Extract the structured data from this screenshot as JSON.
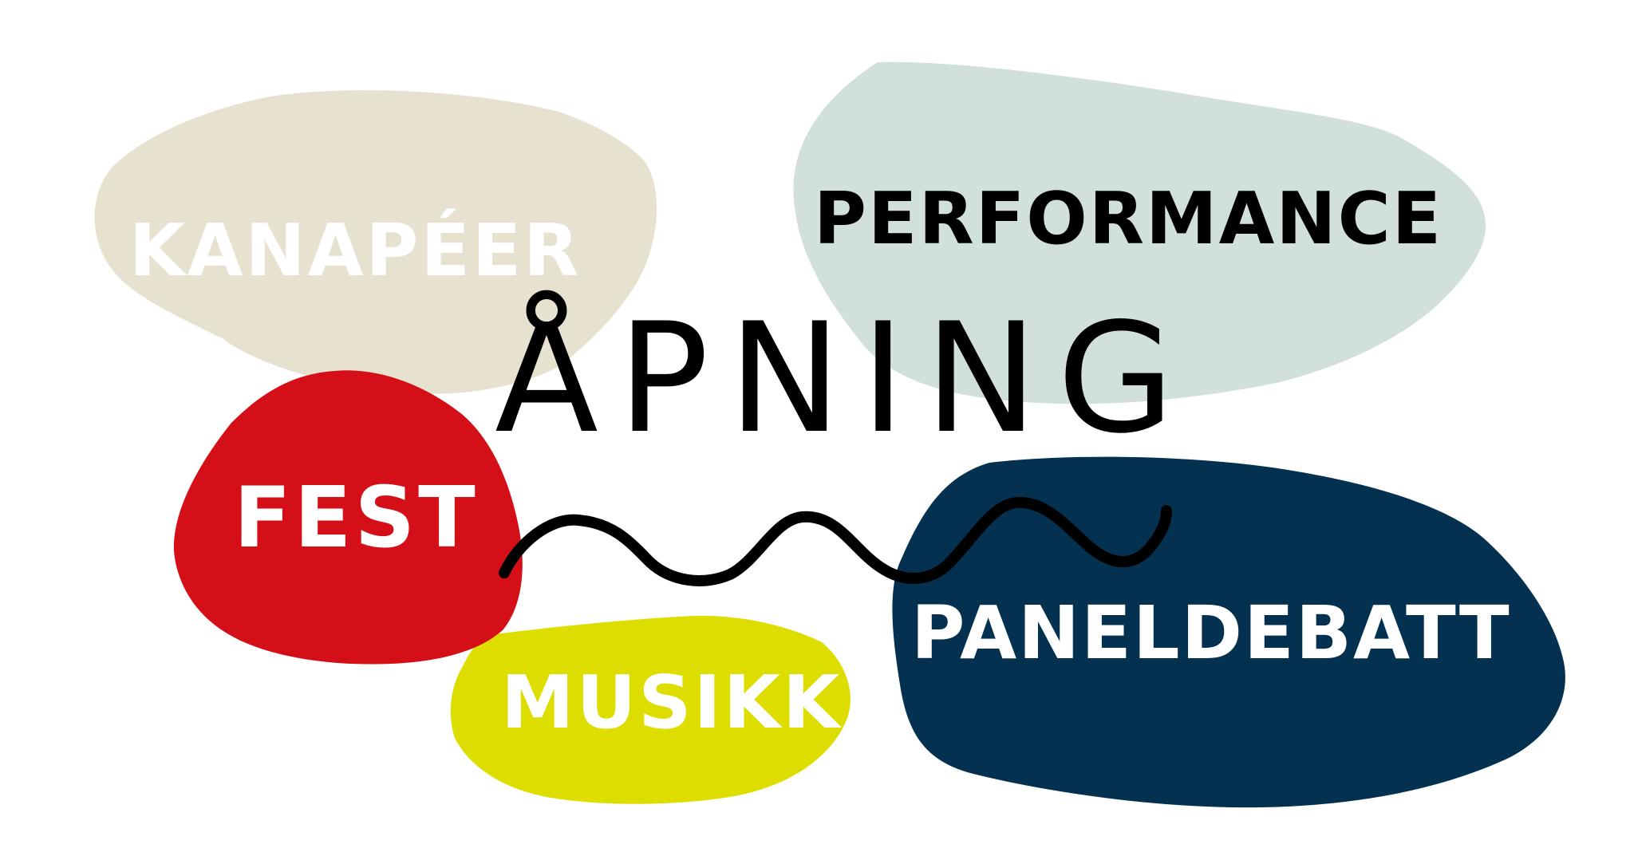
{
  "title": "ÅPNING",
  "labels": {
    "kanapeer": "KANAPÉER",
    "performance": "PERFORMANCE",
    "fest": "FEST",
    "musikk": "MUSIKK",
    "paneldebatt": "PANELDEBATT"
  },
  "colors": {
    "background": "#ffffff",
    "kanapeer_blob": "#e7e2cf",
    "performance_blob": "#d2e0dc",
    "fest_blob": "#d50f17",
    "musikk_blob": "#dddd00",
    "paneldebatt_blob": "#03314f",
    "squiggle": "#000000",
    "text_dark": "#000000",
    "text_light": "#ffffff"
  }
}
